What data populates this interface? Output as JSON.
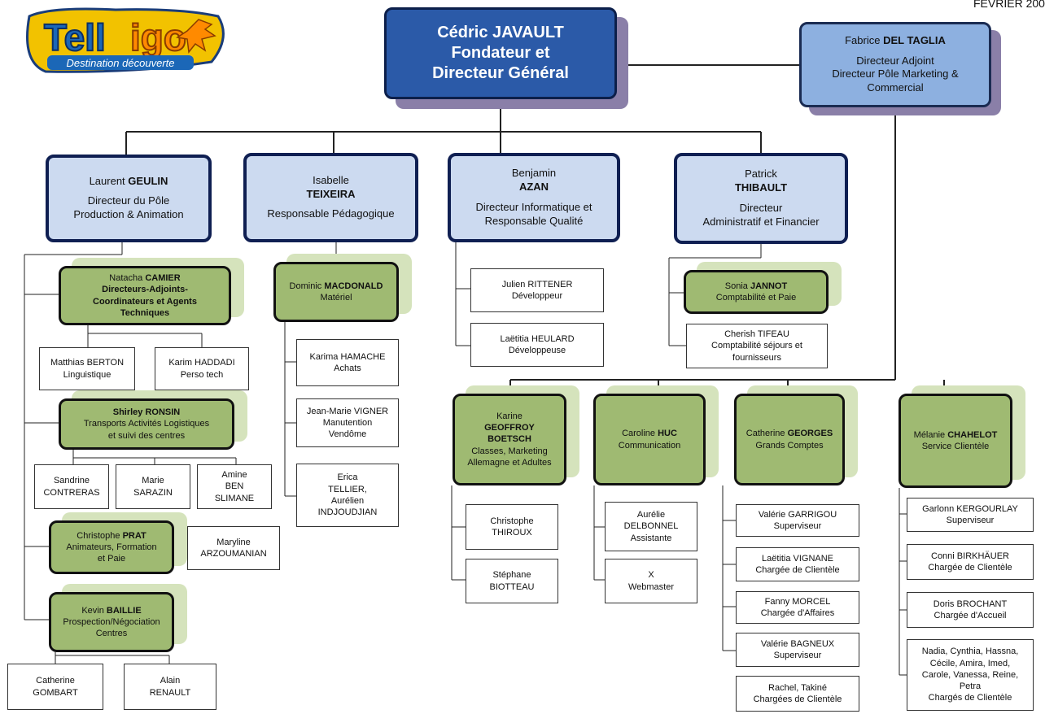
{
  "date_label": "FEVRIER 200",
  "logo": {
    "name": "Telligo",
    "tagline": "Destination découverte"
  },
  "colors": {
    "ceo": "#2b5aa8",
    "deputy": "#8db0e0",
    "director": "#ccdaf0",
    "manager": "#9fba72",
    "shadow": "#8a7fa8"
  },
  "nodes": {
    "ceo": [
      [
        "Cédric JAVAULT"
      ],
      [
        "Fondateur et"
      ],
      [
        "Directeur Général"
      ]
    ],
    "deltaglia": [
      [
        "Fabrice ",
        "DEL TAGLIA"
      ],
      [
        ""
      ],
      [
        "Directeur Adjoint"
      ],
      [
        "Directeur Pôle Marketing &"
      ],
      [
        "Commercial"
      ]
    ],
    "geulin": [
      [
        "Laurent ",
        "GEULIN"
      ],
      [
        ""
      ],
      [
        "Directeur du Pôle"
      ],
      [
        "Production & Animation"
      ]
    ],
    "teixeira": [
      [
        "Isabelle"
      ],
      [
        "",
        "TEIXEIRA"
      ],
      [
        ""
      ],
      [
        "Responsable Pédagogique"
      ]
    ],
    "azan": [
      [
        "Benjamin"
      ],
      [
        "",
        "AZAN"
      ],
      [
        ""
      ],
      [
        "Directeur Informatique et"
      ],
      [
        "Responsable Qualité"
      ]
    ],
    "thibault": [
      [
        "Patrick"
      ],
      [
        "",
        "THIBAULT"
      ],
      [
        ""
      ],
      [
        "Directeur"
      ],
      [
        "Administratif et Financier"
      ]
    ],
    "camier": [
      [
        "Natacha ",
        "CAMIER"
      ],
      [
        "",
        "Directeurs-Adjoints-"
      ],
      [
        "",
        "Coordinateurs et Agents"
      ],
      [
        "",
        "Techniques"
      ]
    ],
    "berton": [
      [
        "Matthias BERTON"
      ],
      [
        "Linguistique"
      ]
    ],
    "haddadi": [
      [
        "Karim HADDADI"
      ],
      [
        "Perso tech"
      ]
    ],
    "ronsin": [
      [
        "",
        "Shirley RONSIN"
      ],
      [
        "Transports Activités Logistiques"
      ],
      [
        "et suivi des centres"
      ]
    ],
    "contreras": [
      [
        "Sandrine"
      ],
      [
        "CONTRERAS"
      ]
    ],
    "sarazin": [
      [
        "Marie"
      ],
      [
        "SARAZIN"
      ]
    ],
    "slimane": [
      [
        "Amine"
      ],
      [
        "BEN"
      ],
      [
        "SLIMANE"
      ]
    ],
    "prat": [
      [
        "Christophe ",
        "PRAT"
      ],
      [
        "Animateurs, Formation"
      ],
      [
        "et Paie"
      ]
    ],
    "arzoumanian": [
      [
        "Maryline"
      ],
      [
        "ARZOUMANIAN"
      ]
    ],
    "baillie": [
      [
        "Kevin ",
        "BAILLIE"
      ],
      [
        "Prospection/Négociation"
      ],
      [
        "Centres"
      ]
    ],
    "gombart": [
      [
        "Catherine"
      ],
      [
        "GOMBART"
      ]
    ],
    "renault": [
      [
        "Alain"
      ],
      [
        "RENAULT"
      ]
    ],
    "macdonald": [
      [
        "Dominic ",
        "MACDONALD"
      ],
      [
        "Matériel"
      ]
    ],
    "hamache": [
      [
        "Karima HAMACHE"
      ],
      [
        "Achats"
      ]
    ],
    "vigner": [
      [
        "Jean-Marie VIGNER"
      ],
      [
        "Manutention"
      ],
      [
        "Vendôme"
      ]
    ],
    "tellier": [
      [
        "Erica"
      ],
      [
        "TELLIER,"
      ],
      [
        "Aurélien"
      ],
      [
        "INDJOUDJIAN"
      ]
    ],
    "rittener": [
      [
        "Julien RITTENER"
      ],
      [
        "Développeur"
      ]
    ],
    "heulard": [
      [
        "Laëtitia HEULARD"
      ],
      [
        "Développeuse"
      ]
    ],
    "jannot": [
      [
        "Sonia ",
        "JANNOT"
      ],
      [
        "Comptabilité et Paie"
      ]
    ],
    "tifeau": [
      [
        "Cherish TIFEAU"
      ],
      [
        "Comptabilité séjours et"
      ],
      [
        "fournisseurs"
      ]
    ],
    "geoffroy": [
      [
        "Karine"
      ],
      [
        "",
        "GEOFFROY"
      ],
      [
        "",
        "BOETSCH"
      ],
      [
        "Classes, Marketing"
      ],
      [
        "Allemagne et Adultes"
      ]
    ],
    "huc": [
      [
        "Caroline ",
        "HUC"
      ],
      [
        "Communication"
      ]
    ],
    "georges": [
      [
        "Catherine ",
        "GEORGES"
      ],
      [
        "Grands Comptes"
      ]
    ],
    "chahelot": [
      [
        "Mélanie ",
        "CHAHELOT"
      ],
      [
        "Service Clientèle"
      ]
    ],
    "thiroux": [
      [
        "Christophe"
      ],
      [
        "THIROUX"
      ]
    ],
    "biotteau": [
      [
        "Stéphane"
      ],
      [
        "BIOTTEAU"
      ]
    ],
    "delbonnel": [
      [
        "Aurélie"
      ],
      [
        "DELBONNEL"
      ],
      [
        "Assistante"
      ]
    ],
    "webmaster": [
      [
        "X"
      ],
      [
        "Webmaster"
      ]
    ],
    "garrigou": [
      [
        "Valérie GARRIGOU"
      ],
      [
        "Superviseur"
      ]
    ],
    "vignane": [
      [
        "Laëtitia VIGNANE"
      ],
      [
        "Chargée de Clientèle"
      ]
    ],
    "morcel": [
      [
        "Fanny MORCEL"
      ],
      [
        "Chargée d'Affaires"
      ]
    ],
    "bagneux": [
      [
        "Valérie BAGNEUX"
      ],
      [
        "Superviseur"
      ]
    ],
    "rachel": [
      [
        "Rachel, Takiné"
      ],
      [
        "Chargées de Clientèle"
      ]
    ],
    "kergourlay": [
      [
        "Garlonn KERGOURLAY"
      ],
      [
        "Superviseur"
      ]
    ],
    "birkhauer": [
      [
        "Conni BIRKHÄUER"
      ],
      [
        "Chargée de Clientèle"
      ]
    ],
    "brochant": [
      [
        "Doris BROCHANT"
      ],
      [
        "Chargée d'Accueil"
      ]
    ],
    "nadia": [
      [
        "Nadia, Cynthia, Hassna,"
      ],
      [
        "Cécile, Amira, Imed,"
      ],
      [
        "Carole, Vanessa, Reine,"
      ],
      [
        "Petra"
      ],
      [
        "Chargés de Clientèle"
      ]
    ]
  }
}
